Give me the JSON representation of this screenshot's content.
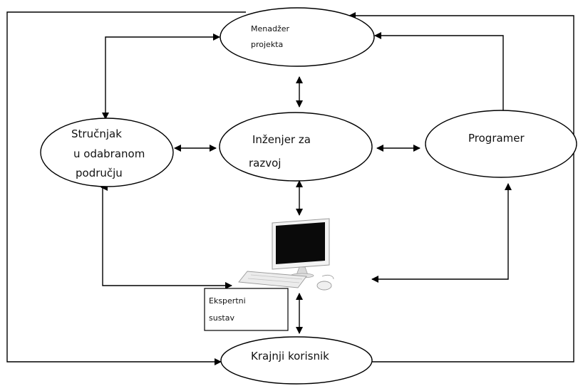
{
  "nodes": {
    "menadzer": {
      "line1": "Menadžer",
      "line2": "projekta"
    },
    "strucnjak": {
      "line1": "Stručnjak",
      "line2": "u odabranom",
      "line3": "području"
    },
    "inzenjer": {
      "line1": "Inženjer za",
      "line2": "razvoj"
    },
    "programer": {
      "line1": "Programer"
    },
    "krajnji": {
      "line1": "Krajnji korisnik"
    },
    "ekspertni": {
      "line1": "Ekspertni",
      "line2": "sustav"
    }
  },
  "computer_icon": "desktop-computer-icon",
  "colors": {
    "line": "#000000",
    "monitor_screen": "#0a0a0a",
    "monitor_body": "#f2f2f2",
    "keyboard": "#e6e6e6"
  }
}
